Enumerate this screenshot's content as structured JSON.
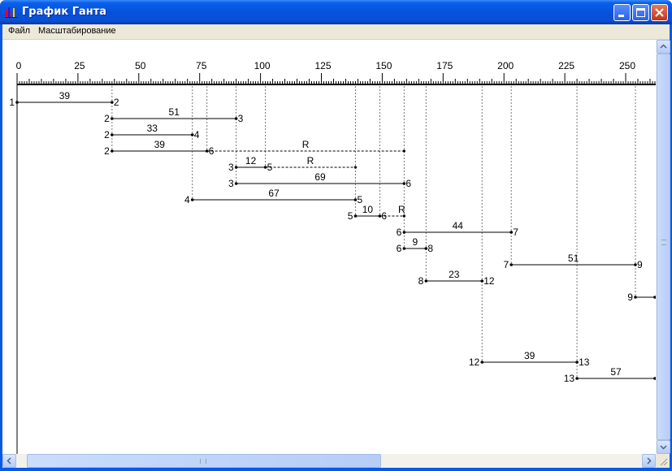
{
  "window": {
    "title": "График Ганта"
  },
  "menu": {
    "items": [
      "Файл",
      "Масштабирование"
    ]
  },
  "ruler": {
    "ticks": [
      0,
      25,
      50,
      75,
      100,
      125,
      150,
      175,
      200,
      225,
      250
    ]
  },
  "gantt": {
    "tasks": [
      {
        "from": "1",
        "to": "2",
        "start": 0,
        "end": 39,
        "label": "39",
        "reserve": false
      },
      {
        "from": "2",
        "to": "3",
        "start": 39,
        "end": 90,
        "label": "51",
        "reserve": false
      },
      {
        "from": "2",
        "to": "4",
        "start": 39,
        "end": 72,
        "label": "33",
        "reserve": false
      },
      {
        "from": "2",
        "to": "6",
        "start": 39,
        "end": 78,
        "label": "39",
        "reserve": false,
        "slack_end": 159,
        "slack_label": "R"
      },
      {
        "from": "3",
        "to": "5",
        "start": 90,
        "end": 102,
        "label": "12",
        "reserve": false,
        "slack_end": 139,
        "slack_label": "R"
      },
      {
        "from": "3",
        "to": "6",
        "start": 90,
        "end": 159,
        "label": "69",
        "reserve": false
      },
      {
        "from": "4",
        "to": "5",
        "start": 72,
        "end": 139,
        "label": "67",
        "reserve": false
      },
      {
        "from": "5",
        "to": "6",
        "start": 139,
        "end": 149,
        "label": "10",
        "reserve": false,
        "slack_end": 159,
        "slack_label": "R"
      },
      {
        "from": "6",
        "to": "7",
        "start": 159,
        "end": 203,
        "label": "44",
        "reserve": false
      },
      {
        "from": "6",
        "to": "8",
        "start": 159,
        "end": 168,
        "label": "9",
        "reserve": false
      },
      {
        "from": "7",
        "to": "9",
        "start": 203,
        "end": 254,
        "label": "51",
        "reserve": false
      },
      {
        "from": "8",
        "to": "12",
        "start": 168,
        "end": 191,
        "label": "23",
        "reserve": false
      },
      {
        "from": "9",
        "to": "",
        "start": 254,
        "end": 262,
        "label": "",
        "reserve": false
      },
      {
        "from": "",
        "to": "",
        "start": 0,
        "end": 0,
        "label": "",
        "reserve": false,
        "empty": true
      },
      {
        "from": "",
        "to": "",
        "start": 0,
        "end": 0,
        "label": "",
        "reserve": false,
        "empty": true
      },
      {
        "from": "",
        "to": "",
        "start": 0,
        "end": 0,
        "label": "",
        "reserve": false,
        "empty": true
      },
      {
        "from": "12",
        "to": "13",
        "start": 191,
        "end": 230,
        "label": "39",
        "reserve": false
      },
      {
        "from": "13",
        "to": "",
        "start": 230,
        "end": 262,
        "label": "57",
        "reserve": false
      }
    ],
    "guides": [
      39,
      72,
      78,
      90,
      102,
      139,
      149,
      159,
      168,
      191,
      203,
      230,
      254
    ]
  }
}
